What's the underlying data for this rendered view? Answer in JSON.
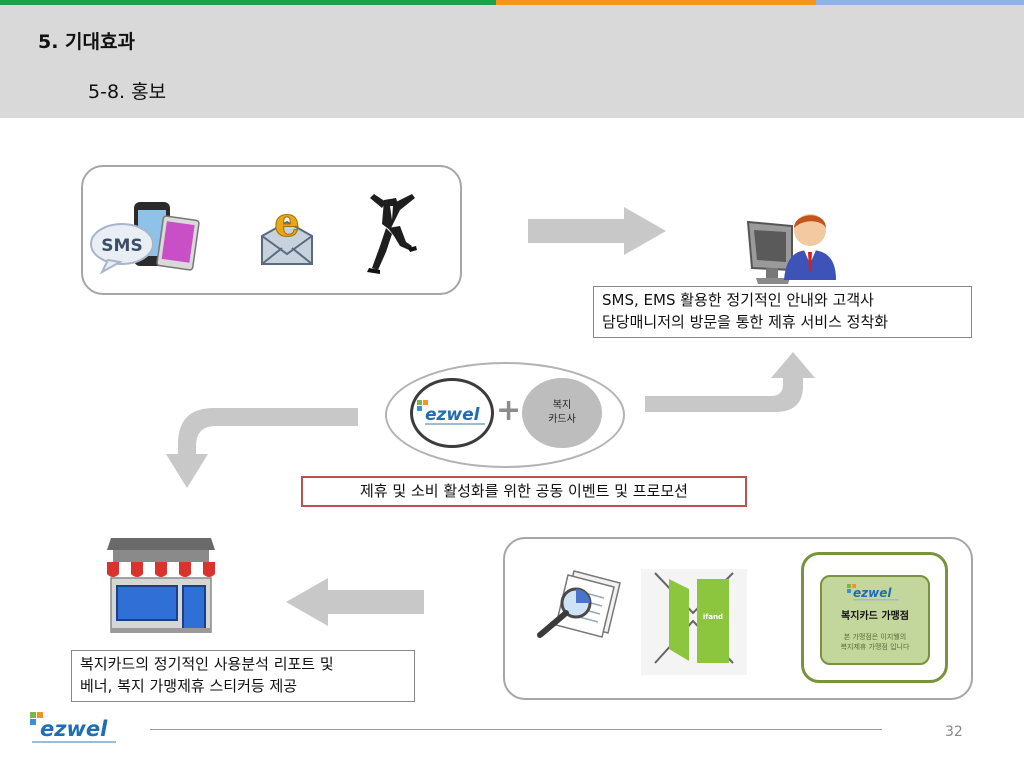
{
  "header": {
    "title": "5. 기대효과",
    "subtitle": "5-8. 홍보"
  },
  "top_box": {
    "sms_label": "SMS"
  },
  "captions": {
    "top_right_line1": "SMS, EMS 활용한 정기적인 안내와 고객사",
    "top_right_line2": "담당매니저의 방문을 통한 제휴 서비스 정착화",
    "bottom_left_line1": "복지카드의 정기적인 사용분석 리포트 및",
    "bottom_left_line2": "베너, 복지 가맹제휴 스티커등 제공"
  },
  "center": {
    "logo_text": "ezwel",
    "plus": "+",
    "card_company_line1": "복지",
    "card_company_line2": "카드사",
    "event_text": "제휴 및 소비 활성화를 위한 공동 이벤트 및 프로모션"
  },
  "banner": {
    "label": "ifand"
  },
  "sign": {
    "logo_text": "ezwel",
    "title": "복지카드 가맹점",
    "line1": "본 가맹점은 이지웰의",
    "line2": "복지제휴 가맹점 입니다"
  },
  "footer": {
    "logo_text": "ezwel",
    "page_number": "32"
  },
  "colors": {
    "top_green": "#1aa24a",
    "top_orange": "#f7941d",
    "top_blue": "#8fb4e3",
    "arrow_gray": "#c8c8c8",
    "event_border": "#c0504d",
    "sign_green": "#77933c"
  }
}
